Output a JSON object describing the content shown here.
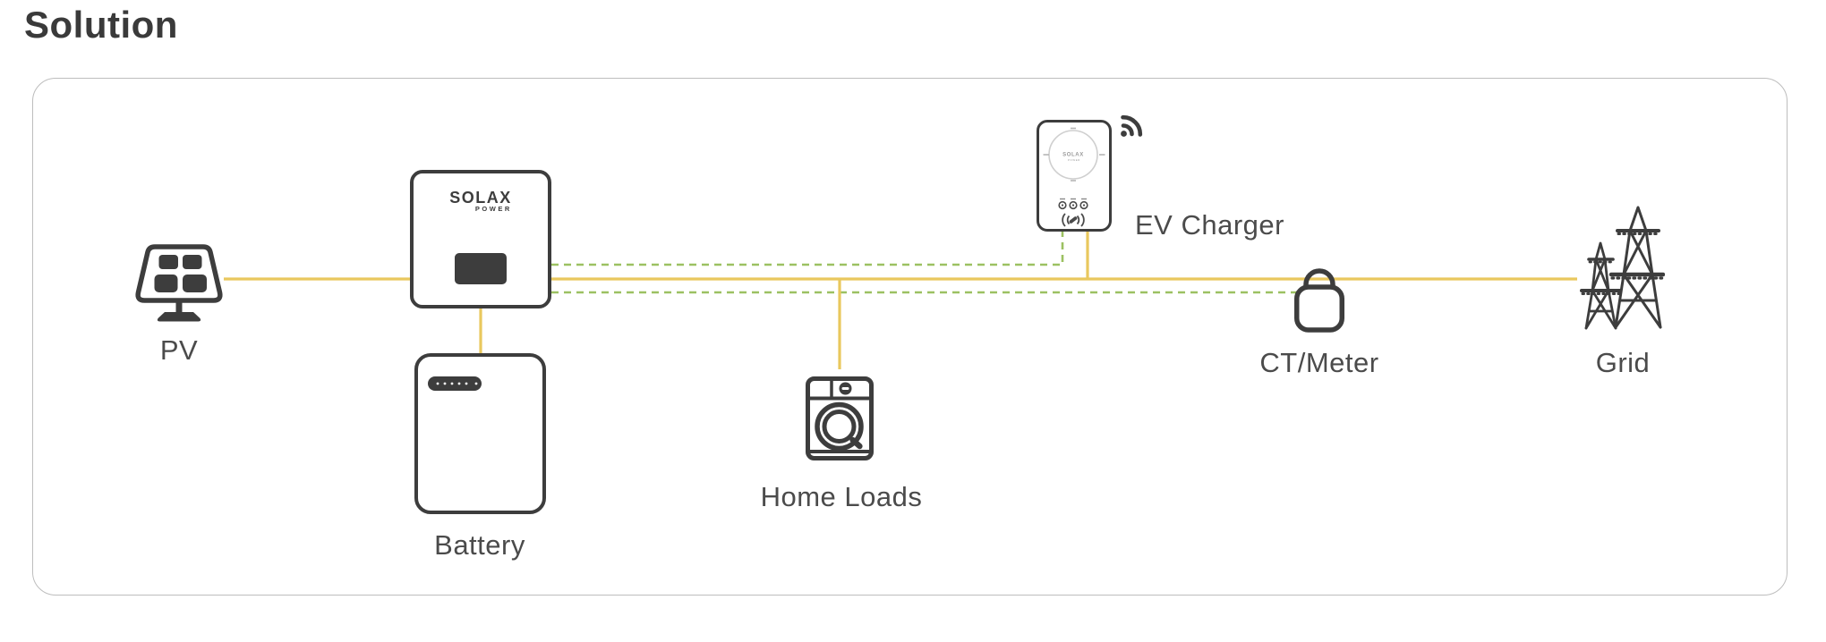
{
  "title": "Solution",
  "components": {
    "pv": {
      "label": "PV"
    },
    "inverter": {
      "brand": "SOLAX",
      "brand_sub": "POWER"
    },
    "battery": {
      "label": "Battery"
    },
    "home_loads": {
      "label": "Home Loads"
    },
    "ev_charger": {
      "label": "EV Charger",
      "brand": "SOLAX",
      "brand_sub": "POWER"
    },
    "ct_meter": {
      "label": "CT/Meter"
    },
    "grid": {
      "label": "Grid"
    }
  },
  "colors": {
    "power_line": "#E9C85E",
    "comm_line": "#9CC162",
    "device_outline": "#3D3D3D",
    "panel_border": "#BDBDBD",
    "label_text": "#4B4B4B",
    "title_text": "#3A3A3A"
  },
  "connections": [
    {
      "from": "PV",
      "to": "Inverter",
      "type": "power"
    },
    {
      "from": "Inverter",
      "to": "Battery",
      "type": "power"
    },
    {
      "from": "Inverter",
      "to": "Home Loads",
      "type": "power"
    },
    {
      "from": "Inverter",
      "to": "EV Charger",
      "type": "power"
    },
    {
      "from": "Inverter",
      "to": "Grid",
      "type": "power"
    },
    {
      "from": "Inverter",
      "to": "EV Charger",
      "type": "communication"
    },
    {
      "from": "Inverter",
      "to": "CT/Meter",
      "type": "communication"
    }
  ]
}
